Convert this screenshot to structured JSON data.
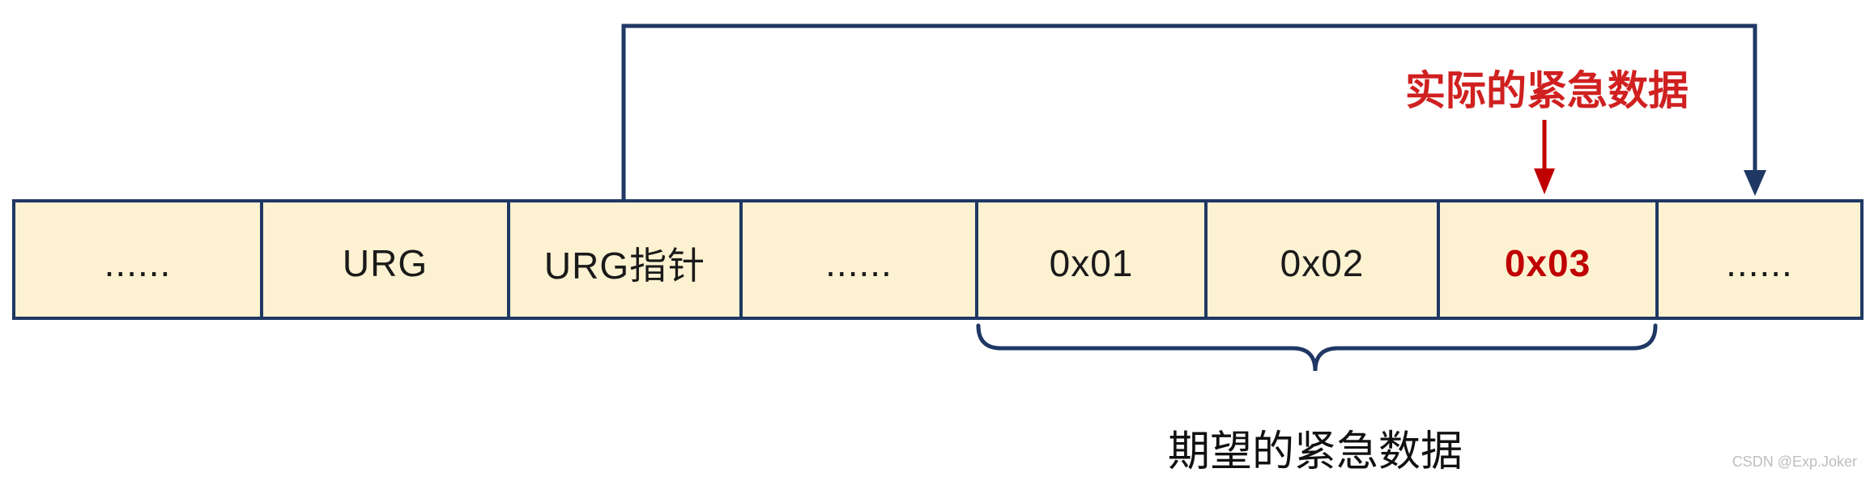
{
  "diagram": {
    "cells": [
      {
        "label": "......"
      },
      {
        "label": "URG"
      },
      {
        "label": "URG指针"
      },
      {
        "label": "......"
      },
      {
        "label": "0x01"
      },
      {
        "label": "0x02"
      },
      {
        "label": "0x03",
        "highlight": true
      },
      {
        "label": "......"
      }
    ],
    "annotations": {
      "actual_urgent_data": "实际的紧急数据",
      "expected_urgent_data": "期望的紧急数据"
    },
    "watermark": "CSDN @Exp.Joker",
    "colors": {
      "cell_bg": "#fcf2d1",
      "border": "#1f3864",
      "arrow_blue": "#1f3864",
      "highlight_red": "#c00000",
      "annotation_red": "#d02020"
    }
  }
}
